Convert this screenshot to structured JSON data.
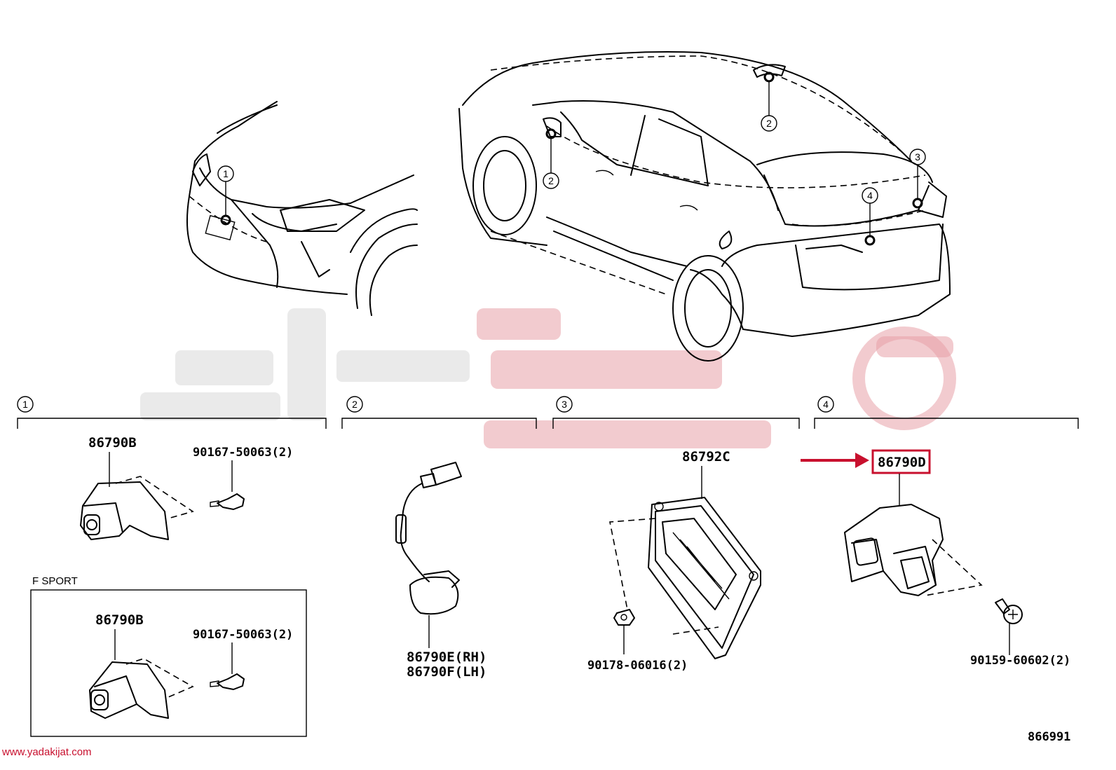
{
  "watermark": {
    "site": "www.yadakijat.com",
    "accent": "#c8102e"
  },
  "diagram_code": "866991",
  "sections": [
    {
      "num": "1",
      "parts": [
        "86790B",
        "90167-50063(2)"
      ]
    },
    {
      "num": "2",
      "parts": [
        "86790E(RH)",
        "86790F(LH)"
      ]
    },
    {
      "num": "3",
      "parts": [
        "86792C",
        "90178-06016(2)"
      ]
    },
    {
      "num": "4",
      "parts": [
        "86790D",
        "90159-60602(2)"
      ]
    }
  ],
  "fsport": {
    "label": "F SPORT",
    "parts": [
      "86790B",
      "90167-50063(2)"
    ]
  },
  "callouts": [
    "1",
    "2",
    "2",
    "3",
    "4"
  ],
  "highlight_part": "86790D"
}
